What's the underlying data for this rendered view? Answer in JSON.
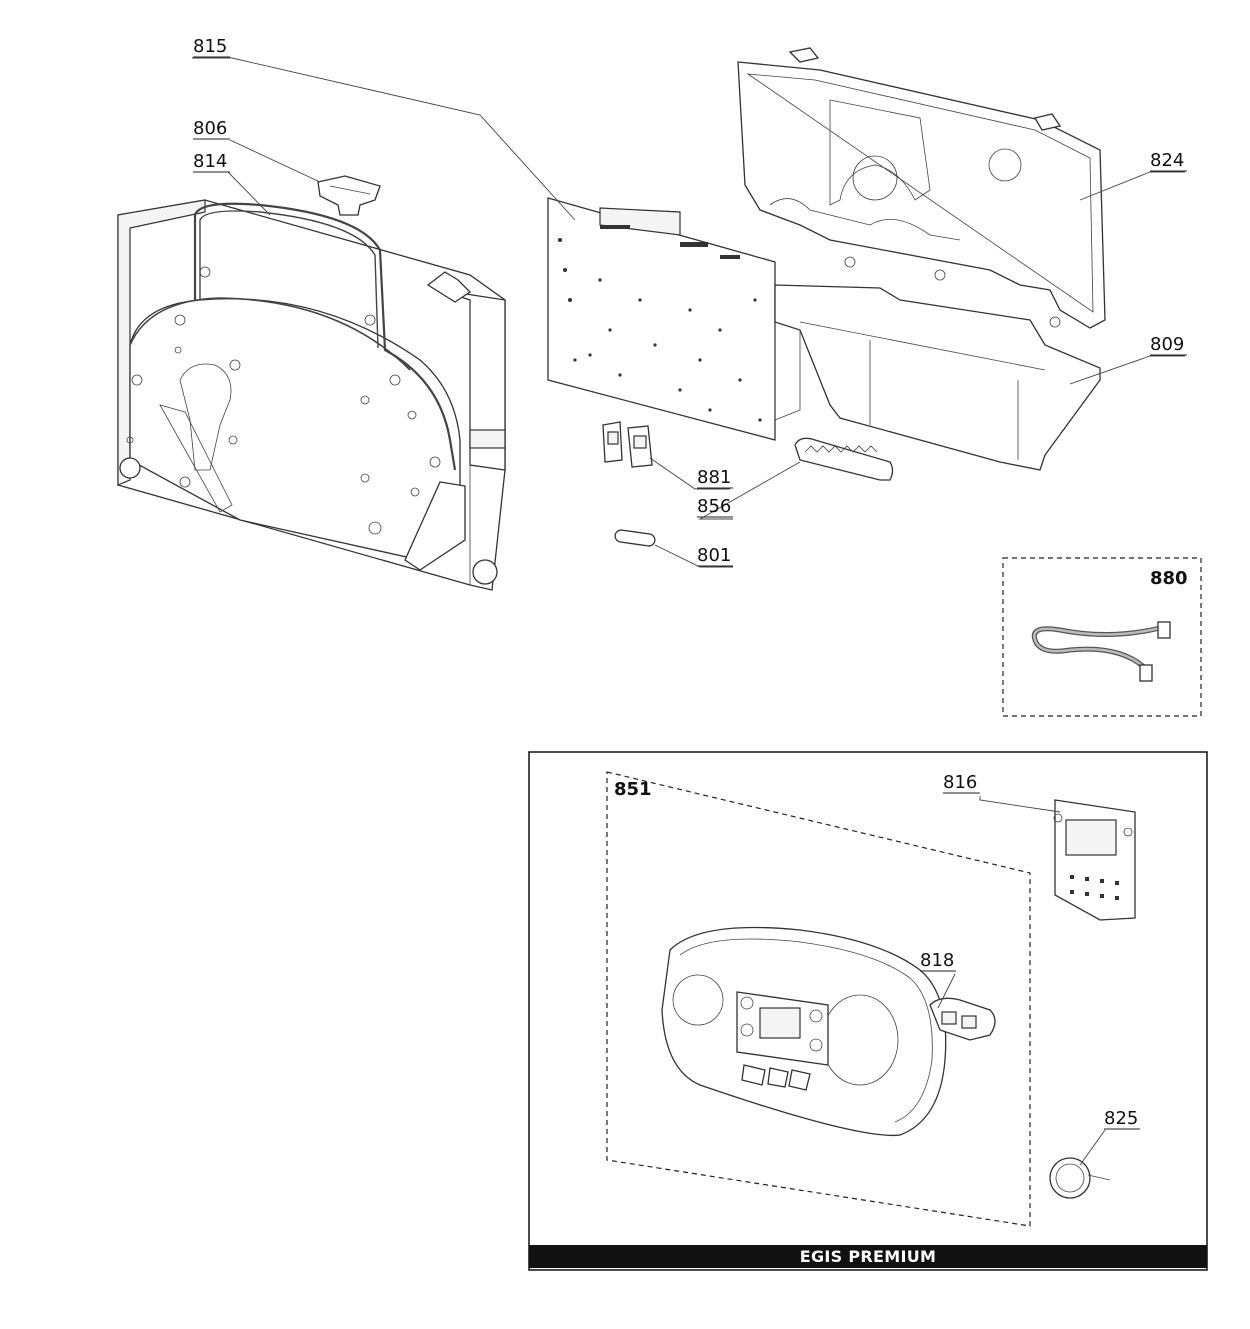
{
  "callouts": {
    "p815": "815",
    "p806": "806",
    "p814": "814",
    "p824": "824",
    "p809": "809",
    "p881": "881",
    "p856": "856",
    "p801": "801",
    "p880": "880",
    "p851": "851",
    "p816": "816",
    "p818": "818",
    "p825": "825"
  },
  "panel": {
    "banner": "EGIS PREMIUM"
  },
  "colors": {
    "line": "#333333",
    "banner_bg": "#111111",
    "banner_text": "#ffffff"
  }
}
